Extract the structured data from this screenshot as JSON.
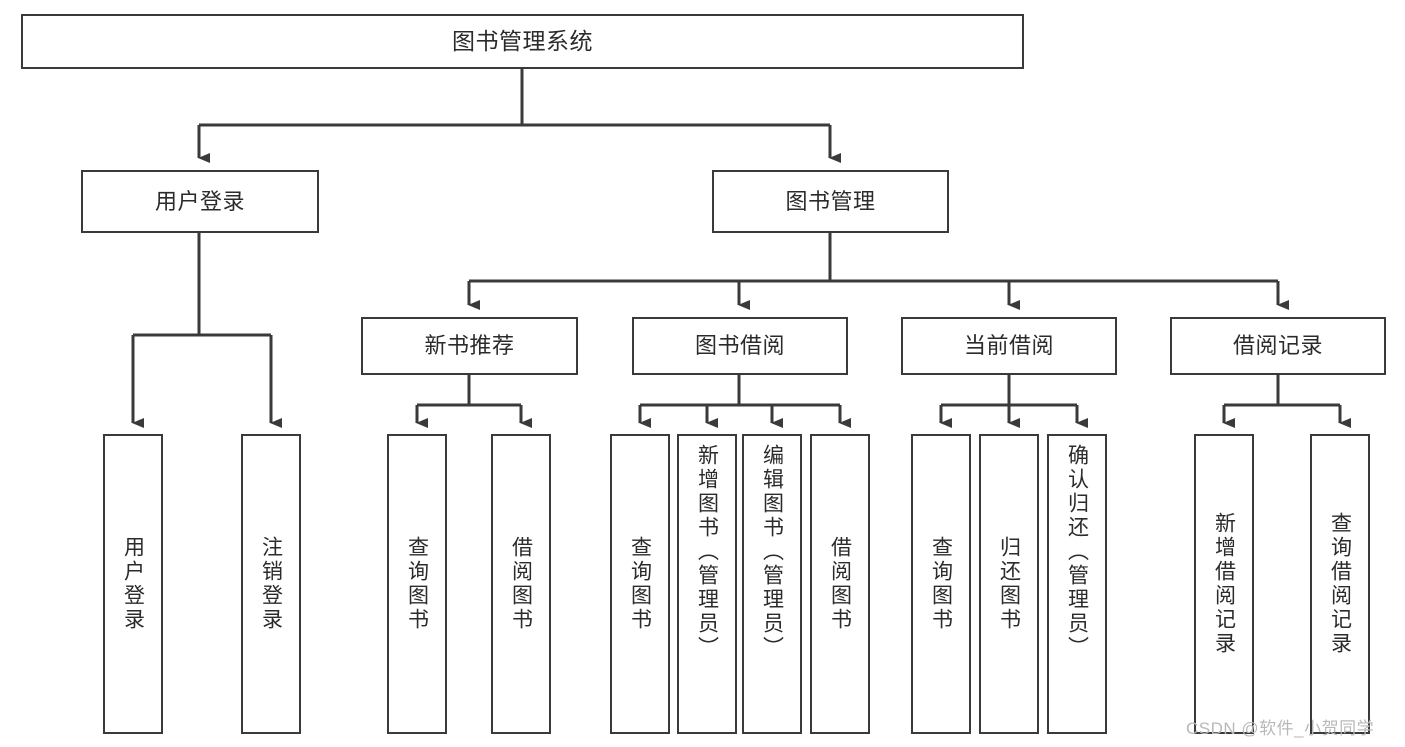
{
  "diagram": {
    "type": "tree-hierarchy",
    "title": "图书管理系统",
    "orientation": "top-down",
    "line_color": "#3a3a3a",
    "box_fill": "#ffffff",
    "text_color": "#2b2b2b",
    "nodes": {
      "root": {
        "label": "图书管理系统",
        "level": 0
      },
      "level1": [
        {
          "id": "user-login",
          "label": "用户登录"
        },
        {
          "id": "book-manage",
          "label": "图书管理"
        }
      ],
      "level2": [
        {
          "id": "new-book-rec",
          "label": "新书推荐",
          "parent": "book-manage"
        },
        {
          "id": "book-borrow",
          "label": "图书借阅",
          "parent": "book-manage"
        },
        {
          "id": "current-borrow",
          "label": "当前借阅",
          "parent": "book-manage"
        },
        {
          "id": "borrow-record",
          "label": "借阅记录",
          "parent": "book-manage"
        }
      ],
      "leaves": {
        "user-login": [
          {
            "id": "leaf-user-login",
            "label": "用户登录"
          },
          {
            "id": "leaf-logout",
            "label": "注销登录"
          }
        ],
        "new-book-rec": [
          {
            "id": "leaf-query-book-1",
            "label": "查询图书"
          },
          {
            "id": "leaf-borrow-book-1",
            "label": "借阅图书"
          }
        ],
        "book-borrow": [
          {
            "id": "leaf-query-book-2",
            "label": "查询图书"
          },
          {
            "id": "leaf-add-book",
            "label": "新增图书（管理员）"
          },
          {
            "id": "leaf-edit-book",
            "label": "编辑图书（管理员）"
          },
          {
            "id": "leaf-borrow-book-2",
            "label": "借阅图书"
          }
        ],
        "current-borrow": [
          {
            "id": "leaf-query-book-3",
            "label": "查询图书"
          },
          {
            "id": "leaf-return-book",
            "label": "归还图书"
          },
          {
            "id": "leaf-confirm-return",
            "label": "确认归还（管理员）"
          }
        ],
        "borrow-record": [
          {
            "id": "leaf-add-record",
            "label": "新增借阅记录"
          },
          {
            "id": "leaf-query-record",
            "label": "查询借阅记录"
          }
        ]
      }
    }
  },
  "watermark": {
    "text": "CSDN @软件_小贺同学"
  }
}
